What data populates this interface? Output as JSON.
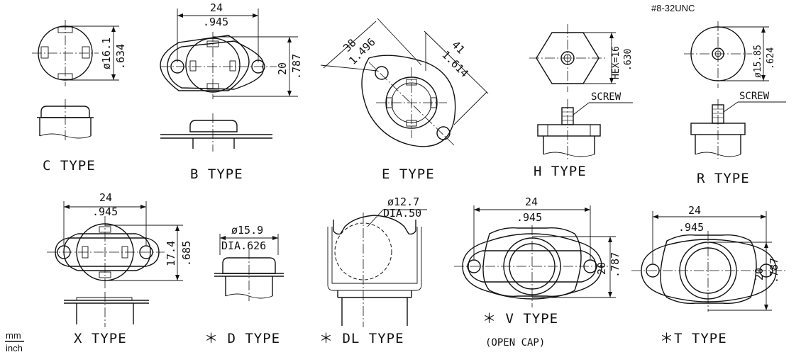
{
  "types": {
    "c": {
      "label": "C TYPE",
      "dia_mm": "ø16.1",
      "dia_in": ".634"
    },
    "b": {
      "label": "B TYPE",
      "width_mm": "24",
      "width_in": ".945",
      "height_mm": "20",
      "height_in": ".787"
    },
    "e": {
      "label": "E TYPE",
      "d1_mm": "38",
      "d1_in": "1.496",
      "d2_mm": "41",
      "d2_in": "1.614"
    },
    "h": {
      "label": "H TYPE",
      "hex": "HEX=16",
      "hex_in": ".630",
      "screw": "SCREW"
    },
    "r": {
      "label": "R TYPE",
      "thread": "#8-32UNC",
      "dia_mm": "ø15.85",
      "dia_in": ".624",
      "screw": "SCREW"
    },
    "x": {
      "label": "X TYPE",
      "width_mm": "24",
      "width_in": ".945",
      "height_mm": "17.4",
      "height_in": ".685"
    },
    "d": {
      "label": "＊ D TYPE",
      "dia_mm": "ø15.9",
      "dia_in": "DIA.626"
    },
    "dl": {
      "label": "＊ DL TYPE",
      "dia_mm": "ø12.7",
      "dia_in": "DIA.50"
    },
    "v": {
      "label": "＊ V TYPE",
      "note": "(OPEN CAP)",
      "width_mm": "24",
      "width_in": ".945",
      "height_mm": "20",
      "height_in": ".787"
    },
    "t": {
      "label": "＊T TYPE",
      "width_mm": "24",
      "width_in": ".945",
      "height_mm": "20",
      "height_in": ".787"
    }
  },
  "units": {
    "top": "mm",
    "bottom": "inch"
  }
}
